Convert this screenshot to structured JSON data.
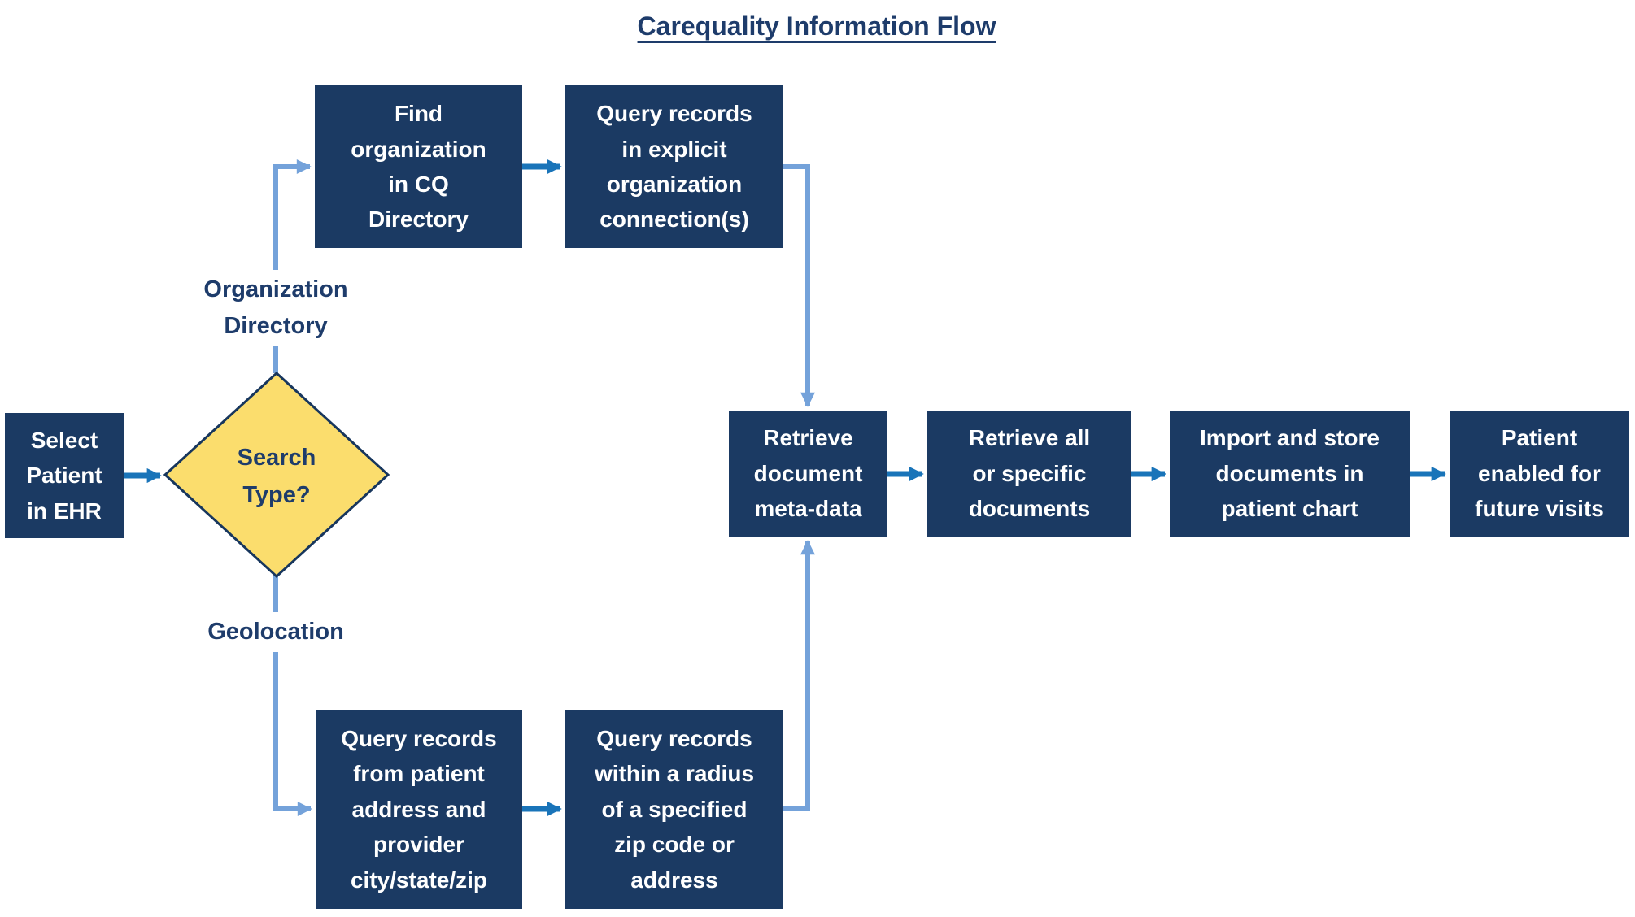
{
  "title": "Carequality Information Flow",
  "colors": {
    "box_fill": "#1B3A63",
    "box_text": "#FFFFFF",
    "heading_text": "#1E3C6B",
    "diamond_fill": "#FBDD6D",
    "diamond_border": "#17365D",
    "arrow_dark": "#1974B9",
    "arrow_light": "#74A2DA",
    "background": "#FFFFFF"
  },
  "nodes": {
    "select_patient": {
      "label": "Select\nPatient\nin EHR"
    },
    "find_org": {
      "label": "Find\norganization\nin CQ\nDirectory"
    },
    "query_explicit": {
      "label": "Query records\nin explicit\norganization\nconnection(s)"
    },
    "retrieve_meta": {
      "label": "Retrieve\ndocument\nmeta-data"
    },
    "retrieve_all": {
      "label": "Retrieve all\nor specific\ndocuments"
    },
    "import_store": {
      "label": "Import and store\ndocuments in\npatient chart"
    },
    "patient_enabled": {
      "label": "Patient\nenabled for\nfuture visits"
    },
    "query_geo": {
      "label": "Query records\nfrom patient\naddress and\nprovider\ncity/state/zip"
    },
    "query_radius": {
      "label": "Query records\nwithin a radius\nof a specified\nzip code or\naddress"
    },
    "decision": {
      "label": "Search\nType?"
    }
  },
  "branch_labels": {
    "organization_directory": "Organization\nDirectory",
    "geolocation": "Geolocation"
  }
}
